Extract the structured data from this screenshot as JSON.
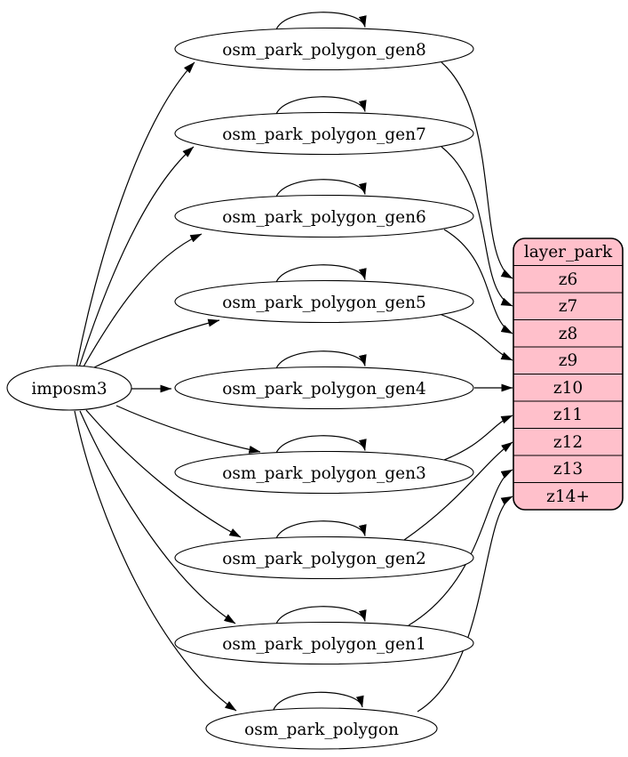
{
  "graph": {
    "source": {
      "label": "imposm3"
    },
    "tables": [
      {
        "label": "osm_park_polygon_gen8",
        "self_loop": true,
        "feeds_zoom": "z6"
      },
      {
        "label": "osm_park_polygon_gen7",
        "self_loop": true,
        "feeds_zoom": "z7"
      },
      {
        "label": "osm_park_polygon_gen6",
        "self_loop": true,
        "feeds_zoom": "z8"
      },
      {
        "label": "osm_park_polygon_gen5",
        "self_loop": true,
        "feeds_zoom": "z9"
      },
      {
        "label": "osm_park_polygon_gen4",
        "self_loop": true,
        "feeds_zoom": "z10"
      },
      {
        "label": "osm_park_polygon_gen3",
        "self_loop": true,
        "feeds_zoom": "z11"
      },
      {
        "label": "osm_park_polygon_gen2",
        "self_loop": true,
        "feeds_zoom": "z12"
      },
      {
        "label": "osm_park_polygon_gen1",
        "self_loop": true,
        "feeds_zoom": "z13"
      },
      {
        "label": "osm_park_polygon",
        "self_loop": true,
        "feeds_zoom": "z14+"
      }
    ],
    "layer": {
      "title": "layer_park",
      "rows": [
        "z6",
        "z7",
        "z8",
        "z9",
        "z10",
        "z11",
        "z12",
        "z13",
        "z14+"
      ],
      "fill_color": "#ffc0cb",
      "stroke_color": "#000000"
    },
    "colors": {
      "node_fill": "#ffffff",
      "edge": "#000000"
    }
  }
}
